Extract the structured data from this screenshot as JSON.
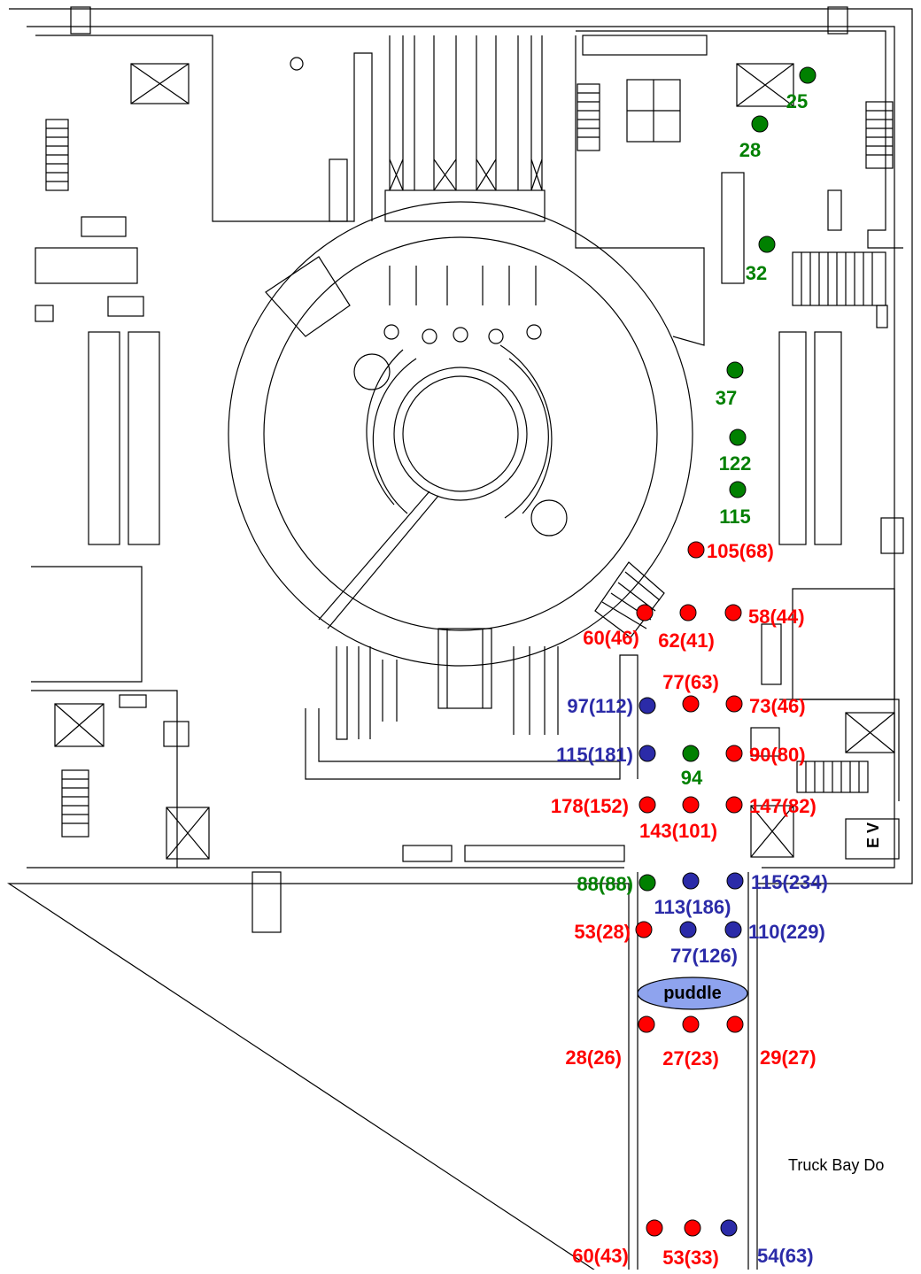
{
  "colors": {
    "line": "#000000",
    "red": "#ff0000",
    "green": "#008000",
    "blue": "#2b2ba8",
    "puddle_fill": "#8ea3ee"
  },
  "labels": {
    "truck_bay": "Truck Bay Do",
    "puddle": "puddle",
    "ev": "E V"
  },
  "points": [
    {
      "id": "p25",
      "color": "green",
      "label": "25"
    },
    {
      "id": "p28",
      "color": "green",
      "label": "28"
    },
    {
      "id": "p32",
      "color": "green",
      "label": "32"
    },
    {
      "id": "p37",
      "color": "green",
      "label": "37"
    },
    {
      "id": "p122",
      "color": "green",
      "label": "122"
    },
    {
      "id": "p115g",
      "color": "green",
      "label": "115"
    },
    {
      "id": "p105",
      "color": "red",
      "label": "105(68)"
    },
    {
      "id": "p60a",
      "color": "red",
      "label": "60(46)"
    },
    {
      "id": "p62",
      "color": "red",
      "label": "62(41)"
    },
    {
      "id": "p58",
      "color": "red",
      "label": "58(44)"
    },
    {
      "id": "p77a",
      "color": "red",
      "label": "77(63)"
    },
    {
      "id": "p97",
      "color": "blue",
      "label": "97(112)"
    },
    {
      "id": "p73",
      "color": "red",
      "label": "73(46)"
    },
    {
      "id": "p115b",
      "color": "blue",
      "label": "115(181)"
    },
    {
      "id": "p94",
      "color": "green",
      "label": "94"
    },
    {
      "id": "p90",
      "color": "red",
      "label": "90(80)"
    },
    {
      "id": "p178",
      "color": "red",
      "label": "178(152)"
    },
    {
      "id": "p143",
      "color": "red",
      "label": "143(101)"
    },
    {
      "id": "p147",
      "color": "red",
      "label": "147(82)"
    },
    {
      "id": "p88",
      "color": "green",
      "label": "88(88)"
    },
    {
      "id": "p113",
      "color": "blue",
      "label": "113(186)"
    },
    {
      "id": "p115c",
      "color": "blue",
      "label": "115(234)"
    },
    {
      "id": "p53a",
      "color": "red",
      "label": "53(28)"
    },
    {
      "id": "p77b",
      "color": "blue",
      "label": "77(126)"
    },
    {
      "id": "p110",
      "color": "blue",
      "label": "110(229)"
    },
    {
      "id": "p28b",
      "color": "red",
      "label": "28(26)"
    },
    {
      "id": "p27",
      "color": "red",
      "label": "27(23)"
    },
    {
      "id": "p29",
      "color": "red",
      "label": "29(27)"
    },
    {
      "id": "p60b",
      "color": "red",
      "label": "60(43)"
    },
    {
      "id": "p53b",
      "color": "red",
      "label": "53(33)"
    },
    {
      "id": "p54",
      "color": "blue",
      "label": "54(63)"
    }
  ]
}
